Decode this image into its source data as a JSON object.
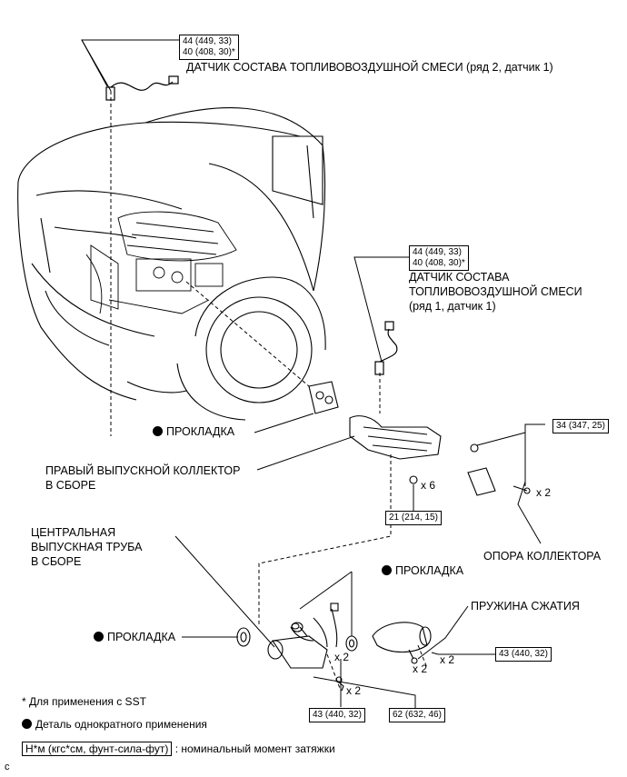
{
  "torque_specs": {
    "sensor_bank2": [
      "44 (449, 33)",
      "40 (408, 30)*"
    ],
    "sensor_bank1": [
      "44 (449, 33)",
      "40 (408, 30)*"
    ],
    "manifold_nuts": "21 (214, 15)",
    "stay_bolts": "34 (347, 25)",
    "spring_bolts": "43 (440, 32)",
    "pipe_bolts": "43 (440, 32)",
    "pipe_nuts": "62 (632, 46)"
  },
  "labels": {
    "sensor_bank2": "ДАТЧИК СОСТАВА ТОПЛИВОВОЗДУШНОЙ СМЕСИ (ряд 2, датчик 1)",
    "sensor_bank1_line1": "ДАТЧИК СОСТАВА",
    "sensor_bank1_line2": "ТОПЛИВОВОЗДУШНОЙ СМЕСИ",
    "sensor_bank1_line3": "(ряд 1, датчик 1)",
    "gasket": "ПРОКЛАДКА",
    "rh_manifold_line1": "ПРАВЫЙ ВЫПУСКНОЙ КОЛЛЕКТОР",
    "rh_manifold_line2": "В СБОРЕ",
    "center_pipe_line1": "ЦЕНТРАЛЬНАЯ",
    "center_pipe_line2": "ВЫПУСКНАЯ ТРУБА",
    "center_pipe_line3": "В СБОРЕ",
    "manifold_stay": "ОПОРА КОЛЛЕКТОРА",
    "compression_spring": "ПРУЖИНА СЖАТИЯ"
  },
  "quantities": {
    "x6": "x 6",
    "x2": "x 2"
  },
  "legend": {
    "sst_note": "* Для применения с SST",
    "non_reusable": "Деталь однократного применения",
    "torque_unit": "Н*м (кгс*см, фунт-сила-фут)",
    "torque_desc": ": номинальный момент затяжки"
  },
  "corner_mark": "c"
}
